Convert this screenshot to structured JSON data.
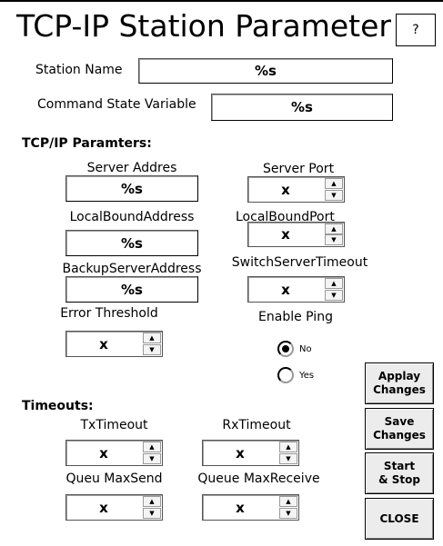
{
  "title": "TCP-IP Station Parameter",
  "help_label": "?",
  "station": {
    "name_label": "Station Name",
    "name_value": "%s",
    "command_label": "Command State Variable",
    "command_value": "%s"
  },
  "tcpip": {
    "heading": "TCP/IP Paramters:",
    "server_address_label": "Server Addres",
    "server_address_value": "%s",
    "server_port_label": "Server Port",
    "server_port_value": "x",
    "local_bound_address_label": "LocalBoundAddress",
    "local_bound_address_value": "%s",
    "local_bound_port_label": "LocalBoundPort",
    "local_bound_port_value": "x",
    "backup_server_address_label": "BackupServerAddress",
    "backup_server_address_value": "%s",
    "switch_server_timeout_label": "SwitchServerTimeout",
    "switch_server_timeout_value": "x",
    "error_threshold_label": "Error Threshold",
    "error_threshold_value": "x",
    "enable_ping_label": "Enable Ping",
    "ping_no_label": "No",
    "ping_yes_label": "Yes",
    "ping_selected": "No"
  },
  "timeouts": {
    "heading": "Timeouts:",
    "tx_label": "TxTimeout",
    "tx_value": "x",
    "rx_label": "RxTimeout",
    "rx_value": "x",
    "queue_max_send_label": "Queu MaxSend",
    "queue_max_send_value": "x",
    "queue_max_receive_label": "Queue MaxReceive",
    "queue_max_receive_value": "x"
  },
  "buttons": {
    "apply": "Applay Changes",
    "save": "Save Changes",
    "start_stop": "Start & Stop",
    "close": "CLOSE"
  },
  "spinner_icons": {
    "up": "arrow-up-icon",
    "down": "arrow-down-icon"
  }
}
